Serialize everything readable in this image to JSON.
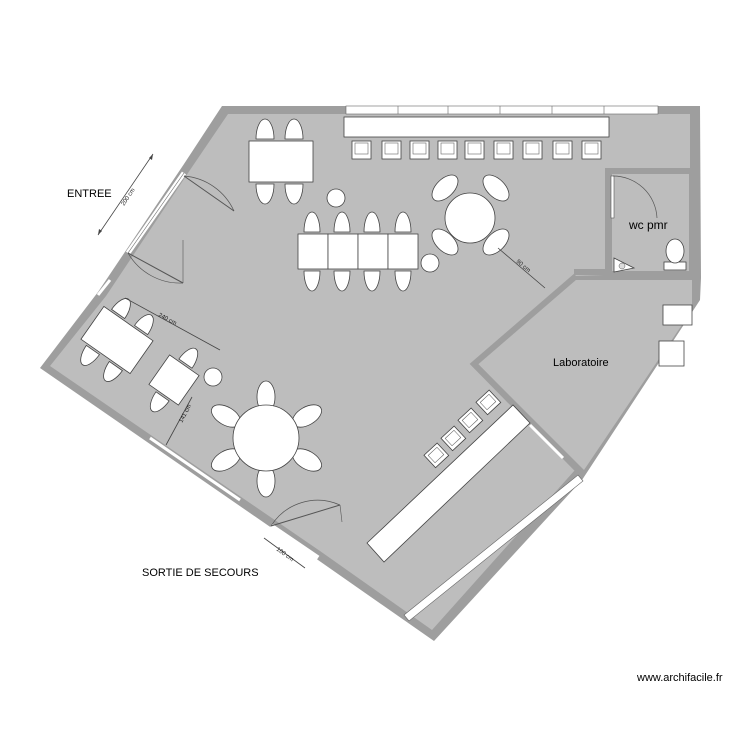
{
  "labels": {
    "entree": "ENTREE",
    "sortie": "SORTIE DE SECOURS",
    "wc": "wc pmr",
    "laboratoire": "Laboratoire",
    "credit": "www.archifacile.fr"
  },
  "dimensions": {
    "d1": "200 cm",
    "d2": "240 cm",
    "d3": "141 cm",
    "d4": "100 cm",
    "d5": "90 cm"
  },
  "colors": {
    "wall": "#9e9e9e",
    "floor": "#bdbdbd",
    "furniture": "#ffffff"
  }
}
